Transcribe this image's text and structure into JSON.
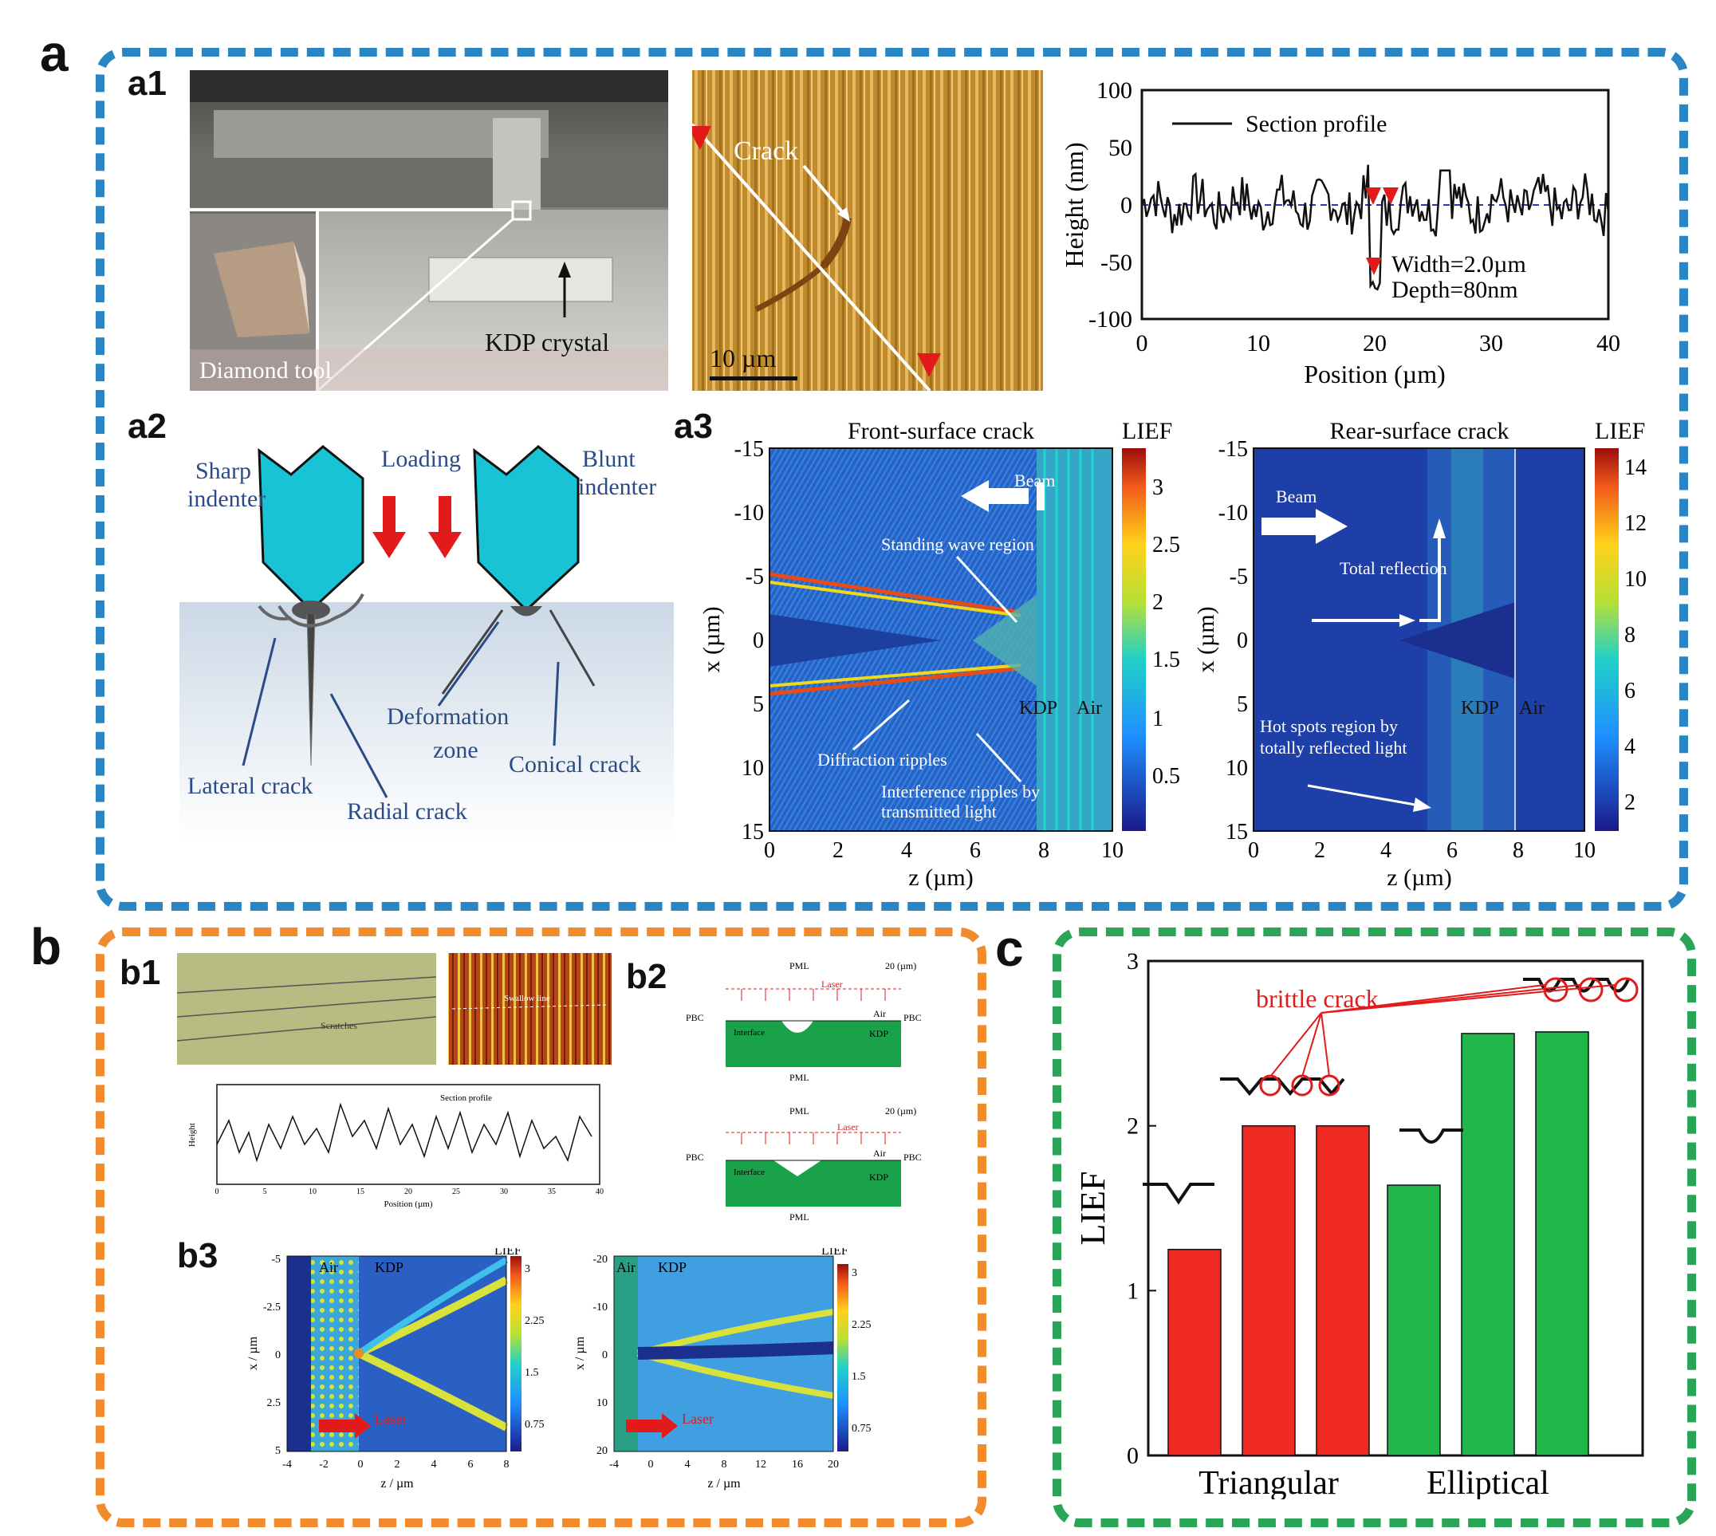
{
  "labels": {
    "a": "a",
    "a1": "a1",
    "a2": "a2",
    "a3": "a3",
    "b": "b",
    "b1": "b1",
    "b2": "b2",
    "b3": "b3",
    "c": "c"
  },
  "a1": {
    "photo": {
      "tool": "Diamond tool",
      "crystal": "KDP crystal"
    },
    "afm": {
      "crack": "Crack",
      "scale": "10 µm"
    },
    "profile": {
      "legend": "Section profile",
      "ylabel": "Height (nm)",
      "xlabel": "Position (µm)",
      "width_text": "Width=2.0µm",
      "depth_text": "Depth=80nm",
      "xticks": [
        "0",
        "10",
        "20",
        "30",
        "40"
      ],
      "yticks": [
        "100",
        "50",
        "0",
        "-50",
        "-100"
      ]
    }
  },
  "a2": {
    "sharp": [
      "Sharp",
      "indenter"
    ],
    "blunt": [
      "Blunt",
      "indenter"
    ],
    "loading": "Loading",
    "lateral": "Lateral crack",
    "radial": "Radial crack",
    "deformation": [
      "Deformation",
      "zone"
    ],
    "conical": "Conical crack"
  },
  "a3": {
    "left": {
      "title": "Front-surface crack",
      "beam": "Beam",
      "standing": "Standing wave region",
      "kdp": "KDP",
      "air": "Air",
      "diffraction": "Diffraction ripples",
      "interference": [
        "Interference ripples by",
        "transmitted light"
      ],
      "cbar_title": "LIEF",
      "cbar_ticks": [
        "3",
        "2.5",
        "2",
        "1.5",
        "1",
        "0.5"
      ]
    },
    "right": {
      "title": "Rear-surface crack",
      "beam": "Beam",
      "total": "Total reflection",
      "kdp": "KDP",
      "air": "Air",
      "hot": [
        "Hot spots region by",
        "totally reflected light"
      ],
      "cbar_title": "LIEF",
      "cbar_ticks": [
        "14",
        "12",
        "10",
        "8",
        "6",
        "4",
        "2"
      ]
    },
    "xlabel": "z (µm)",
    "ylabel": "x (µm)",
    "xticks": [
      "0",
      "2",
      "4",
      "6",
      "8",
      "10"
    ],
    "yticks": [
      "-15",
      "-10",
      "-5",
      "0",
      "5",
      "10",
      "15"
    ]
  },
  "b1": {
    "scratches": "Scratches",
    "profile": "Section profile",
    "shallow": "Swallow line",
    "ylabel": "Height",
    "xlabel": "Position (µm)",
    "xticks": [
      "0",
      "5",
      "10",
      "15",
      "20",
      "25",
      "30",
      "35",
      "40"
    ]
  },
  "b2": {
    "pml": "PML",
    "laser": "Laser",
    "pbc": "PBC",
    "air": "Air",
    "kdp": "KDP",
    "interface": "Interface",
    "unit": "20 (µm)"
  },
  "b3": {
    "air": "Air",
    "kdp": "KDP",
    "laser": "Laser",
    "cbar": "LIEF",
    "xlabel": "z / µm",
    "ylabel": "x / µm",
    "left_xticks": [
      "-4",
      "-2",
      "0",
      "2",
      "4",
      "6",
      "8"
    ],
    "left_yticks": [
      "-5",
      "-2.5",
      "0",
      "2.5",
      "5"
    ],
    "right_xticks": [
      "-4",
      "0",
      "4",
      "8",
      "12",
      "16",
      "20"
    ],
    "right_yticks": [
      "-20",
      "-10",
      "0",
      "10",
      "20"
    ],
    "cticks": [
      "3",
      "2.25",
      "1.5",
      "0.75"
    ]
  },
  "c": {
    "brittle": "brittle crack"
  },
  "chart_data": {
    "type": "bar",
    "ylabel": "LIEF",
    "ylim": [
      0,
      3
    ],
    "yticks": [
      "0",
      "1",
      "2",
      "3"
    ],
    "categories": [
      "Triangular",
      "Elliptical"
    ],
    "series": [
      {
        "group": "Triangular",
        "values": [
          1.25,
          2.0,
          2.0
        ],
        "color": "#ee2a22"
      },
      {
        "group": "Elliptical",
        "values": [
          1.64,
          2.56,
          2.57
        ],
        "color": "#20b64a"
      }
    ]
  }
}
